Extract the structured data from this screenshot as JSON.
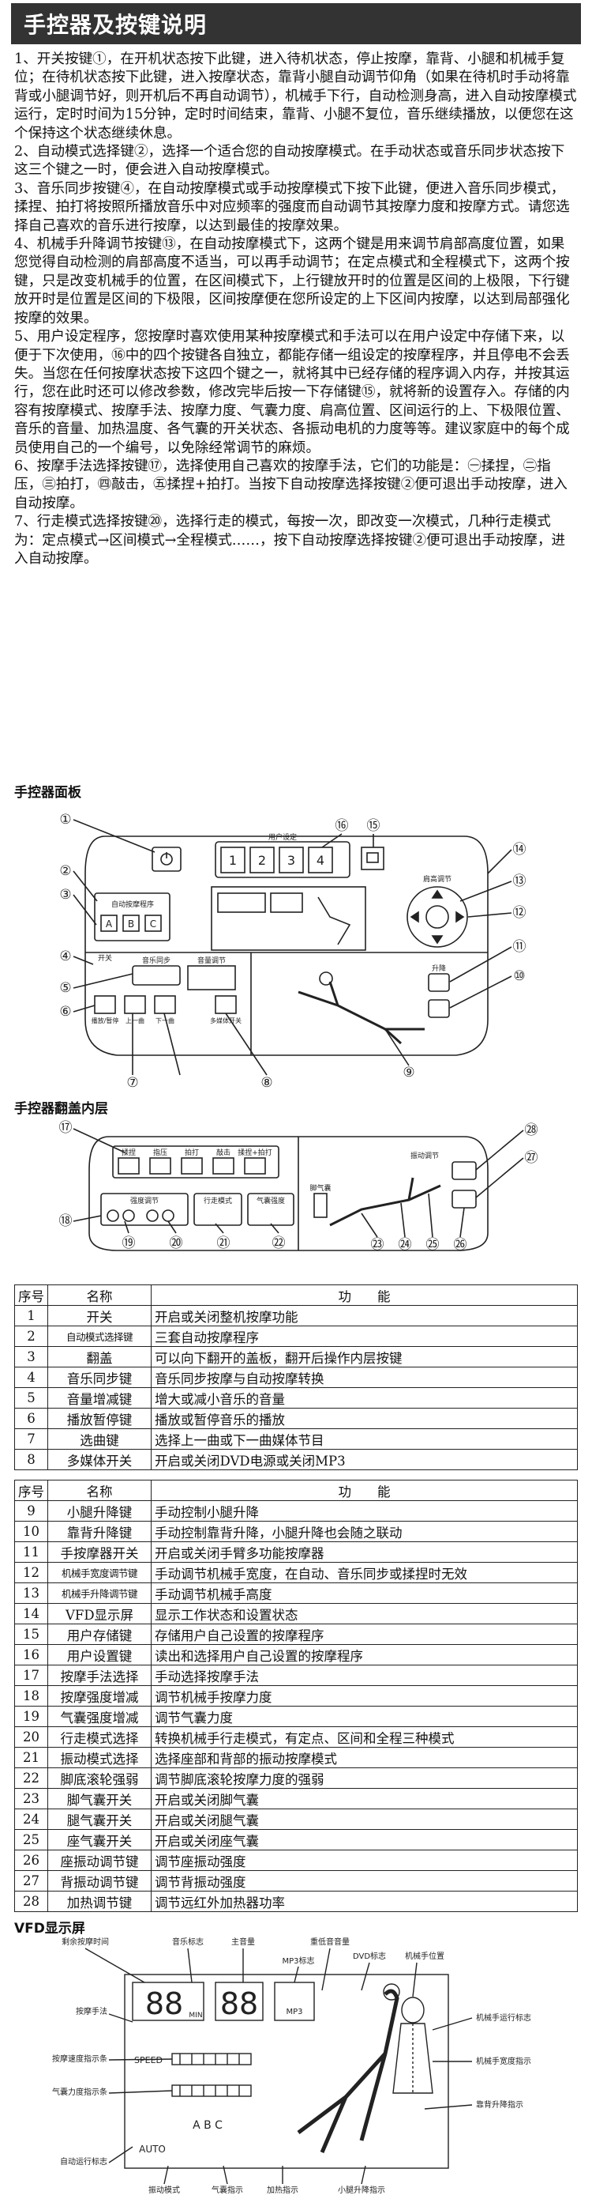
{
  "header": {
    "title": "手控器及按键说明"
  },
  "instructions": [
    "1、开关按键①，在开机状态按下此键，进入待机状态，停止按摩，靠背、小腿和机械手复位；在待机状态按下此键，进入按摩状态，靠背小腿自动调节仰角（如果在待机时手动将靠背或小腿调节好，则开机后不再自动调节），机械手下行，自动检测身高，进入自动按摩模式运行，定时时间为15分钟，定时时间结束，靠背、小腿不复位，音乐继续播放，以便您在这个保持这个状态继续休息。",
    "2、自动模式选择键②，选择一个适合您的自动按摩模式。在手动状态或音乐同步状态按下这三个键之一时，便会进入自动按摩模式。",
    "3、音乐同步按键④，在自动按摩模式或手动按摩模式下按下此键，便进入音乐同步模式，揉捏、拍打将按照所播放音乐中对应频率的强度而自动调节其按摩力度和按摩方式。请您选择自己喜欢的音乐进行按摩，以达到最佳的按摩效果。",
    "4、机械手升降调节按键⑬，在自动按摩模式下，这两个键是用来调节肩部高度位置，如果您觉得自动检测的肩部高度不适当，可以再手动调节；在定点模式和全程模式下，这两个按键，只是改变机械手的位置，在区间模式下，上行键放开时的位置是区间的上极限，下行键放开时是位置是区间的下极限，区间按摩便在您所设定的上下区间内按摩，以达到局部强化按摩的效果。",
    "5、用户设定程序，您按摩时喜欢使用某种按摩模式和手法可以在用户设定中存储下来，以便于下次使用，⑯中的四个按键各自独立，都能存储一组设定的按摩程序，并且停电不会丢失。当您在任何按摩状态按下这四个键之一，就将其中已经存储的程序调入内存，并按其运行，您在此时还可以修改参数，修改完毕后按一下存储键⑮，就将新的设置存入。存储的内容有按摩模式、按摩手法、按摩力度、气囊力度、肩高位置、区间运行的上、下极限位置、音乐的音量、加热温度、各气囊的开关状态、各振动电机的力度等等。建议家庭中的每个成员使用自己的一个编号，以免除经常调节的麻烦。",
    "6、按摩手法选择按键⑰，选择使用自己喜欢的按摩手法，它们的功能是：㊀揉捏，㊁指压，㊂拍打，㊃敲击，㊄揉捏+拍打。当按下自动按摩选择按键②便可退出手动按摩，进入自动按摩。",
    "7、行走模式选择按键⑳，选择行走的模式，每按一次，即改变一次模式，几种行走模式为：定点模式→区间模式→全程模式……，按下自动按摩选择按键②便可退出手动按摩，进入自动按摩。"
  ],
  "panel_section": {
    "title": "手控器面板"
  },
  "cover_section": {
    "title": "手控器翻盖内层"
  },
  "vfd_section": {
    "title": "VFD显示屏"
  },
  "panel_diagram": {
    "callouts": [
      "①",
      "②",
      "③",
      "④",
      "⑤",
      "⑥",
      "⑦",
      "⑧",
      "⑨",
      "⑩",
      "⑪",
      "⑫",
      "⑬",
      "⑭",
      "⑮",
      "⑯"
    ],
    "user_label": "用户设定",
    "auto_label": "自动按摩程序",
    "auto_keys": [
      "A",
      "B",
      "C"
    ],
    "user_keys": [
      "1",
      "2",
      "3",
      "4"
    ],
    "mode_labels": [
      "开关",
      "音乐同步",
      "音量调节"
    ],
    "play_labels": [
      "播放/暂停",
      "上一曲",
      "下一曲",
      "多媒体开关"
    ],
    "lift_label": "升降",
    "shoulder_label": "肩高调节"
  },
  "cover_diagram": {
    "callouts": [
      "⑰",
      "⑱",
      "⑲",
      "⑳",
      "㉑",
      "㉒",
      "㉓",
      "㉔",
      "㉕",
      "㉖",
      "㉗",
      "㉘"
    ],
    "top_labels": [
      "揉捏",
      "指压",
      "拍打",
      "敲击",
      "揉捏+拍打"
    ],
    "bottom_labels": [
      "强度调节",
      "行走模式",
      "气囊强度"
    ],
    "foot_label": "脚气囊",
    "seat_label": "振动调节"
  },
  "table1": {
    "headers": [
      "序号",
      "名称",
      "功　　能"
    ],
    "rows": [
      [
        "1",
        "开关",
        "开启或关闭整机按摩功能"
      ],
      [
        "2",
        "自动模式选择键",
        "三套自动按摩程序"
      ],
      [
        "3",
        "翻盖",
        "可以向下翻开的盖板，翻开后操作内层按键"
      ],
      [
        "4",
        "音乐同步键",
        "音乐同步按摩与自动按摩转换"
      ],
      [
        "5",
        "音量增减键",
        "增大或减小音乐的音量"
      ],
      [
        "6",
        "播放暂停键",
        "播放或暂停音乐的播放"
      ],
      [
        "7",
        "选曲键",
        "选择上一曲或下一曲媒体节目"
      ],
      [
        "8",
        "多媒体开关",
        "开启或关闭DVD电源或关闭MP3"
      ]
    ]
  },
  "table2": {
    "headers": [
      "序号",
      "名称",
      "功　　能"
    ],
    "rows": [
      [
        "9",
        "小腿升降键",
        "手动控制小腿升降"
      ],
      [
        "10",
        "靠背升降键",
        "手动控制靠背升降，小腿升降也会随之联动"
      ],
      [
        "11",
        "手按摩器开关",
        "开启或关闭手臂多功能按摩器"
      ],
      [
        "12",
        "机械手宽度调节键",
        "手动调节机械手宽度，在自动、音乐同步或揉捏时无效"
      ],
      [
        "13",
        "机械手升降调节键",
        "手动调节机械手高度"
      ],
      [
        "14",
        "VFD显示屏",
        "显示工作状态和设置状态"
      ],
      [
        "15",
        "用户存储键",
        "存储用户自己设置的按摩程序"
      ],
      [
        "16",
        "用户设置键",
        "读出和选择用户自己设置的按摩程序"
      ],
      [
        "17",
        "按摩手法选择",
        "手动选择按摩手法"
      ],
      [
        "18",
        "按摩强度增减",
        "调节机械手按摩力度"
      ],
      [
        "19",
        "气囊强度增减",
        "调节气囊力度"
      ],
      [
        "20",
        "行走模式选择",
        "转换机械手行走模式，有定点、区间和全程三种模式"
      ],
      [
        "21",
        "振动模式选择",
        "选择座部和背部的振动按摩模式"
      ],
      [
        "22",
        "脚底滚轮强弱",
        "调节脚底滚轮按摩力度的强弱"
      ],
      [
        "23",
        "脚气囊开关",
        "开启或关闭脚气囊"
      ],
      [
        "24",
        "腿气囊开关",
        "开启或关闭腿气囊"
      ],
      [
        "25",
        "座气囊开关",
        "开启或关闭座气囊"
      ],
      [
        "26",
        "座振动调节键",
        "调节座振动强度"
      ],
      [
        "27",
        "背振动调节键",
        "调节背振动强度"
      ],
      [
        "28",
        "加热调节键",
        "调节远红外加热器功率"
      ]
    ]
  },
  "vfd_diagram": {
    "top_labels": [
      "剩余按摩时间",
      "音乐标志",
      "主音量",
      "MP3标志",
      "重低音音量",
      "DVD标志",
      "机械手位置"
    ],
    "left_labels": [
      "按摩手法",
      "按摩速度指示条",
      "气囊力度指示条",
      "自动运行标志"
    ],
    "right_labels": [
      "机械手运行标志",
      "机械手宽度指示",
      "靠背升降指示"
    ],
    "bottom_labels": [
      "振动模式",
      "气囊指示",
      "加热指示",
      "小腿升降指示"
    ],
    "digits_time": "88",
    "time_unit": "MIN",
    "digits_vol": "88",
    "mp3_text": "MP3",
    "speed_text": "SPEED",
    "auto_text": "AUTO",
    "abc_text": "A B C",
    "colors": {
      "ink": "#222222",
      "header_bg": "#333333",
      "header_fg": "#ffffff"
    }
  }
}
